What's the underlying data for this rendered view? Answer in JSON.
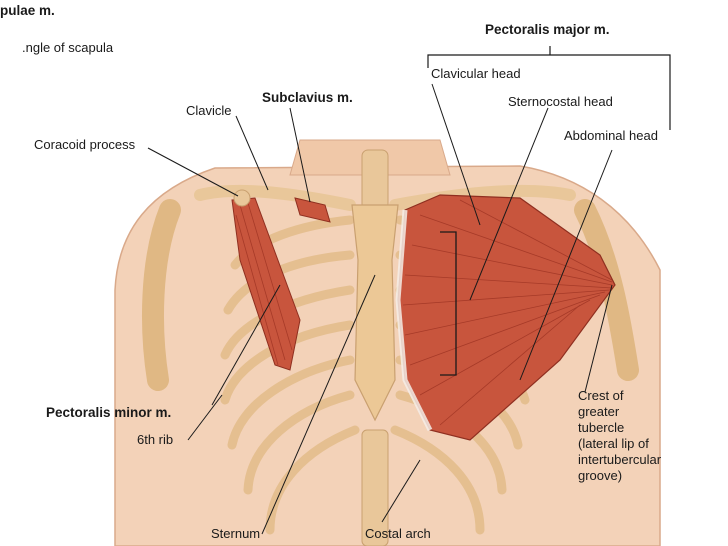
{
  "labels": {
    "scapulae_m": "pulae m.",
    "angle_scapula": ".ngle of scapula",
    "pectoralis_major": "Pectoralis major m.",
    "clavicular_head": "Clavicular head",
    "sternocostal_head": "Sternocostal head",
    "abdominal_head": "Abdominal head",
    "subclavius": "Subclavius m.",
    "clavicle": "Clavicle",
    "coracoid": "Coracoid process",
    "pectoralis_minor": "Pectoralis minor m.",
    "sixth_rib": "6th rib",
    "sternum": "Sternum",
    "costal_arch": "Costal arch",
    "crest_line1": "Crest of",
    "crest_line2": "greater",
    "crest_line3": "tubercle",
    "crest_line4": "(lateral lip of",
    "crest_line5": "intertubercular",
    "crest_line6": "groove)"
  },
  "colors": {
    "skin": "#f3d2b8",
    "bone": "#e9c79a",
    "muscle": "#c8553d",
    "muscle_dark": "#a63a28",
    "leader": "#1a1a1a"
  }
}
